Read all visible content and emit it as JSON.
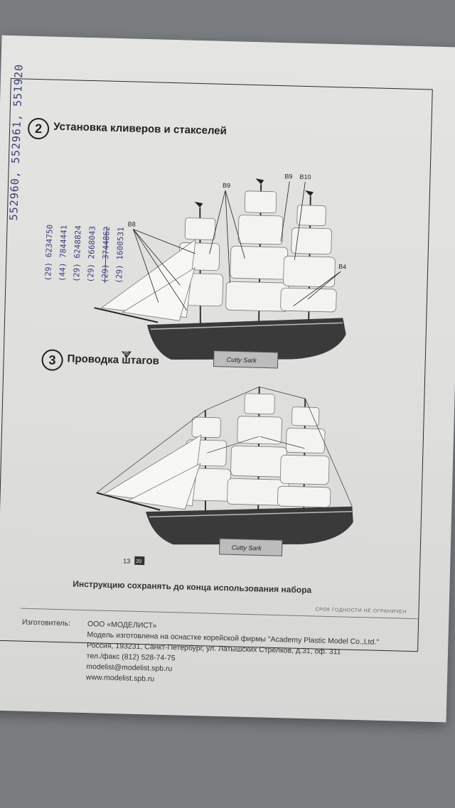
{
  "step2": {
    "number": "2",
    "title": "Установка кливеров и стакселей"
  },
  "step3": {
    "number": "3",
    "title": "Проводка штагов"
  },
  "labels": {
    "b8": "B8",
    "b9a": "B9",
    "b9b": "B9",
    "b10": "B10",
    "b4": "B4"
  },
  "ship": {
    "stand_text": "Cutty Sark"
  },
  "page_marks": {
    "step2_badge": "20",
    "step3_num": "13",
    "step3_badge": "20"
  },
  "handwriting": {
    "main": "552960, 552961, 551920",
    "list": [
      "(29) 6234750",
      "(44) 7844441",
      "(29) 6248824",
      "(29) 2668043",
      "(29) 3744862",
      "(29) 1600531"
    ]
  },
  "keep_note": "Инструкцию сохранять до конца использования набора",
  "shelf_life": "СРОК ГОДНОСТИ НЕ ОГРАНИЧЕН",
  "footer": {
    "maker_label": "Изготовитель:",
    "maker": "ООО «МОДЕЛИСТ»",
    "line1": "Модель изготовлена на оснастке корейской фирмы \"Academy Plastic Model Co.,Ltd.\"",
    "line2": "Россия, 193231, Санкт-Петербург, ул. Латышских Стрелков, д.31, оф. 311",
    "line3": "тел./факс (812) 528-74-75",
    "line4": "modelist@modelist.spb.ru",
    "line5": "www.modelist.spb.ru"
  },
  "colors": {
    "ink": "#222222",
    "handwriting": "#3a3f78",
    "paper": "#e2e2e0"
  }
}
